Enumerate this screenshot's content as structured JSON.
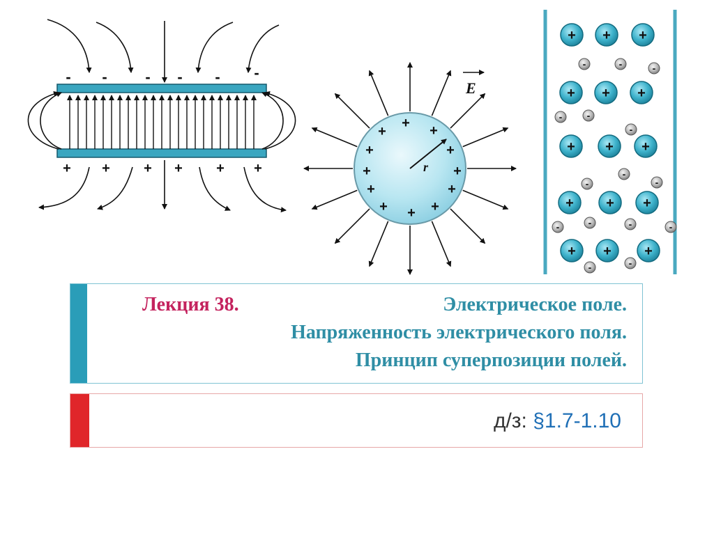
{
  "figure": {
    "plates": {
      "top_charges": [
        "-",
        "-",
        "-",
        "-",
        "-",
        "-"
      ],
      "bottom_charges": [
        "+",
        "+",
        "+",
        "+",
        "+",
        "+"
      ]
    },
    "sphere": {
      "charge_symbol": "+",
      "radius_label": "r",
      "field_label": "E"
    },
    "conductor": {
      "positive_symbol": "+",
      "negative_symbol": "-"
    },
    "colors": {
      "accent": "#1f9cb3",
      "ion": "#45b9d0",
      "title": "#2f8ea5",
      "lecture": "#c4235e",
      "homework_bar": "#e0262a"
    }
  },
  "title": {
    "lecture": "Лекция 38.",
    "line1": "Электрическое поле.",
    "line2": "Напряженность электрического поля.",
    "line3": "Принцип суперпозиции полей."
  },
  "homework": {
    "prefix": "д/з:",
    "sections": "§1.7-1.10"
  }
}
